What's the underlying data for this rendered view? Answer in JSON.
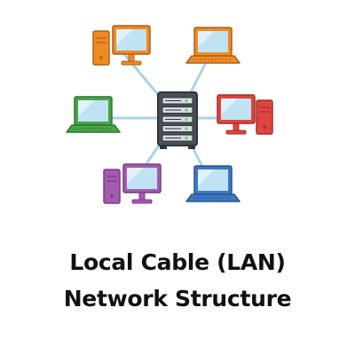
{
  "title": {
    "line1": "Local Cable (LAN)",
    "line2": "Network Structure"
  },
  "colors": {
    "cable": "#a9d3e6",
    "server": "#4a4f55",
    "server_dark": "#30353a",
    "orange": "#f08a24",
    "red": "#e0443f",
    "green": "#47a447",
    "purple": "#a559b0",
    "blue": "#3b78c5",
    "screen": "#bfe3f2",
    "screen_shine": "#e3f4fb"
  },
  "nodes": [
    {
      "kind": "desktop",
      "color": "orange",
      "name": "desktop-top-left"
    },
    {
      "kind": "laptop",
      "color": "orange",
      "name": "laptop-top-right"
    },
    {
      "kind": "laptop",
      "color": "green",
      "name": "laptop-left"
    },
    {
      "kind": "desktop",
      "color": "red",
      "name": "desktop-right"
    },
    {
      "kind": "desktop",
      "color": "purple",
      "name": "desktop-bottom-left"
    },
    {
      "kind": "laptop",
      "color": "blue",
      "name": "laptop-bottom-right"
    }
  ]
}
